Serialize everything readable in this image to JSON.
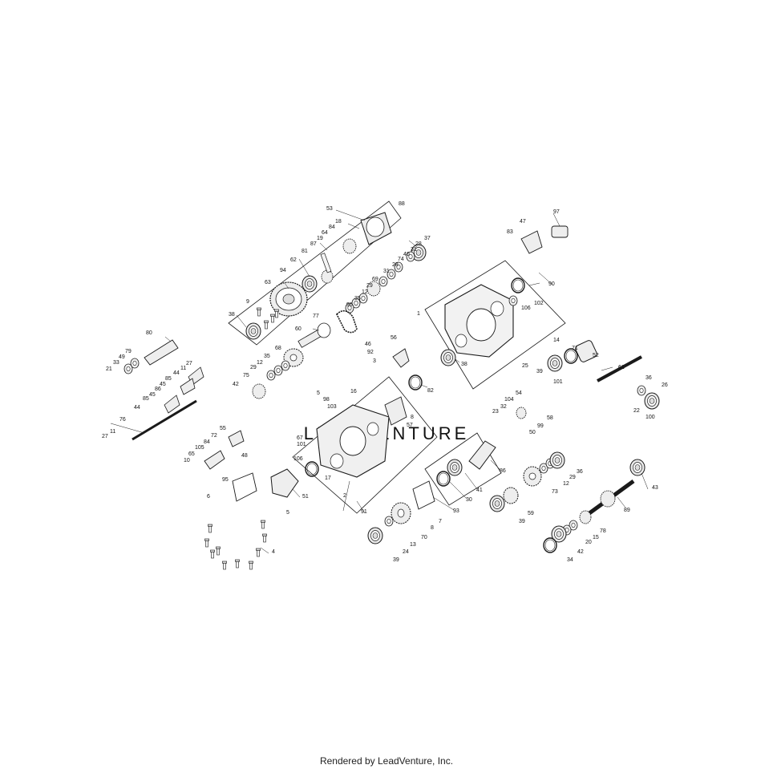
{
  "footer": {
    "text": "Rendered by LeadVenture, Inc."
  },
  "watermark": {
    "text": "LEADVENTURE"
  },
  "colors": {
    "line": "#1a1a1a",
    "part_fill": "#f4f4f4",
    "watermark": "#e6e6e6"
  },
  "callouts": [
    {
      "id": "88",
      "text": "88"
    },
    {
      "id": "53",
      "text": "53"
    },
    {
      "id": "18",
      "text": "18"
    },
    {
      "id": "84",
      "text": "84"
    },
    {
      "id": "64",
      "text": "64"
    },
    {
      "id": "19",
      "text": "19"
    },
    {
      "id": "87",
      "text": "87"
    },
    {
      "id": "81",
      "text": "81"
    },
    {
      "id": "62",
      "text": "62"
    },
    {
      "id": "94",
      "text": "94"
    },
    {
      "id": "63",
      "text": "63"
    },
    {
      "id": "9",
      "text": "9"
    },
    {
      "id": "38a",
      "text": "38"
    },
    {
      "id": "37",
      "text": "37"
    },
    {
      "id": "28a",
      "text": "28"
    },
    {
      "id": "31",
      "text": "31"
    },
    {
      "id": "40",
      "text": "40"
    },
    {
      "id": "74",
      "text": "74"
    },
    {
      "id": "28b",
      "text": "28"
    },
    {
      "id": "31b",
      "text": "31"
    },
    {
      "id": "69",
      "text": "69"
    },
    {
      "id": "29a",
      "text": "29"
    },
    {
      "id": "12a",
      "text": "12"
    },
    {
      "id": "35a",
      "text": "35"
    },
    {
      "id": "96",
      "text": "96"
    },
    {
      "id": "77",
      "text": "77"
    },
    {
      "id": "60",
      "text": "60"
    },
    {
      "id": "68",
      "text": "68"
    },
    {
      "id": "35b",
      "text": "35"
    },
    {
      "id": "12b",
      "text": "12"
    },
    {
      "id": "29b",
      "text": "29"
    },
    {
      "id": "75",
      "text": "75"
    },
    {
      "id": "42a",
      "text": "42"
    },
    {
      "id": "80",
      "text": "80"
    },
    {
      "id": "79",
      "text": "79"
    },
    {
      "id": "49",
      "text": "49"
    },
    {
      "id": "33",
      "text": "33"
    },
    {
      "id": "21",
      "text": "21"
    },
    {
      "id": "27a",
      "text": "27"
    },
    {
      "id": "11a",
      "text": "11"
    },
    {
      "id": "44a",
      "text": "44"
    },
    {
      "id": "85a",
      "text": "85"
    },
    {
      "id": "45a",
      "text": "45"
    },
    {
      "id": "86a",
      "text": "86"
    },
    {
      "id": "45b",
      "text": "45"
    },
    {
      "id": "85b",
      "text": "85"
    },
    {
      "id": "44b",
      "text": "44"
    },
    {
      "id": "76",
      "text": "76"
    },
    {
      "id": "11b",
      "text": "11"
    },
    {
      "id": "27b",
      "text": "27"
    },
    {
      "id": "97",
      "text": "97"
    },
    {
      "id": "47",
      "text": "47"
    },
    {
      "id": "83",
      "text": "83"
    },
    {
      "id": "90",
      "text": "90"
    },
    {
      "id": "102",
      "text": "102"
    },
    {
      "id": "106a",
      "text": "106"
    },
    {
      "id": "1",
      "text": "1"
    },
    {
      "id": "38b",
      "text": "38"
    },
    {
      "id": "14",
      "text": "14"
    },
    {
      "id": "71",
      "text": "71"
    },
    {
      "id": "52",
      "text": "52"
    },
    {
      "id": "25",
      "text": "25"
    },
    {
      "id": "39a",
      "text": "39"
    },
    {
      "id": "101a",
      "text": "101"
    },
    {
      "id": "61",
      "text": "61"
    },
    {
      "id": "36a",
      "text": "36"
    },
    {
      "id": "26",
      "text": "26"
    },
    {
      "id": "22",
      "text": "22"
    },
    {
      "id": "100",
      "text": "100"
    },
    {
      "id": "46",
      "text": "46"
    },
    {
      "id": "56",
      "text": "56"
    },
    {
      "id": "92",
      "text": "92"
    },
    {
      "id": "3",
      "text": "3"
    },
    {
      "id": "82",
      "text": "82"
    },
    {
      "id": "5a",
      "text": "5"
    },
    {
      "id": "98",
      "text": "98"
    },
    {
      "id": "103",
      "text": "103"
    },
    {
      "id": "16",
      "text": "16"
    },
    {
      "id": "8a",
      "text": "8"
    },
    {
      "id": "57",
      "text": "57"
    },
    {
      "id": "67",
      "text": "67"
    },
    {
      "id": "101b",
      "text": "101"
    },
    {
      "id": "106b",
      "text": "106"
    },
    {
      "id": "17",
      "text": "17"
    },
    {
      "id": "2",
      "text": "2"
    },
    {
      "id": "91",
      "text": "91"
    },
    {
      "id": "54",
      "text": "54"
    },
    {
      "id": "104",
      "text": "104"
    },
    {
      "id": "32",
      "text": "32"
    },
    {
      "id": "23",
      "text": "23"
    },
    {
      "id": "58",
      "text": "58"
    },
    {
      "id": "99",
      "text": "99"
    },
    {
      "id": "50",
      "text": "50"
    },
    {
      "id": "55",
      "text": "55"
    },
    {
      "id": "72",
      "text": "72"
    },
    {
      "id": "84b",
      "text": "84"
    },
    {
      "id": "105",
      "text": "105"
    },
    {
      "id": "65",
      "text": "65"
    },
    {
      "id": "10",
      "text": "10"
    },
    {
      "id": "48",
      "text": "48"
    },
    {
      "id": "95",
      "text": "95"
    },
    {
      "id": "6",
      "text": "6"
    },
    {
      "id": "51",
      "text": "51"
    },
    {
      "id": "5b",
      "text": "5"
    },
    {
      "id": "4",
      "text": "4"
    },
    {
      "id": "86b",
      "text": "86"
    },
    {
      "id": "41",
      "text": "41"
    },
    {
      "id": "30",
      "text": "30"
    },
    {
      "id": "93",
      "text": "93"
    },
    {
      "id": "7",
      "text": "7"
    },
    {
      "id": "8b",
      "text": "8"
    },
    {
      "id": "70",
      "text": "70"
    },
    {
      "id": "13",
      "text": "13"
    },
    {
      "id": "24",
      "text": "24"
    },
    {
      "id": "39b",
      "text": "39"
    },
    {
      "id": "36b",
      "text": "36"
    },
    {
      "id": "29c",
      "text": "29"
    },
    {
      "id": "12c",
      "text": "12"
    },
    {
      "id": "73",
      "text": "73"
    },
    {
      "id": "59",
      "text": "59"
    },
    {
      "id": "39c",
      "text": "39"
    },
    {
      "id": "43",
      "text": "43"
    },
    {
      "id": "89",
      "text": "89"
    },
    {
      "id": "78",
      "text": "78"
    },
    {
      "id": "15",
      "text": "15"
    },
    {
      "id": "20",
      "text": "20"
    },
    {
      "id": "42b",
      "text": "42"
    },
    {
      "id": "34",
      "text": "34"
    }
  ]
}
